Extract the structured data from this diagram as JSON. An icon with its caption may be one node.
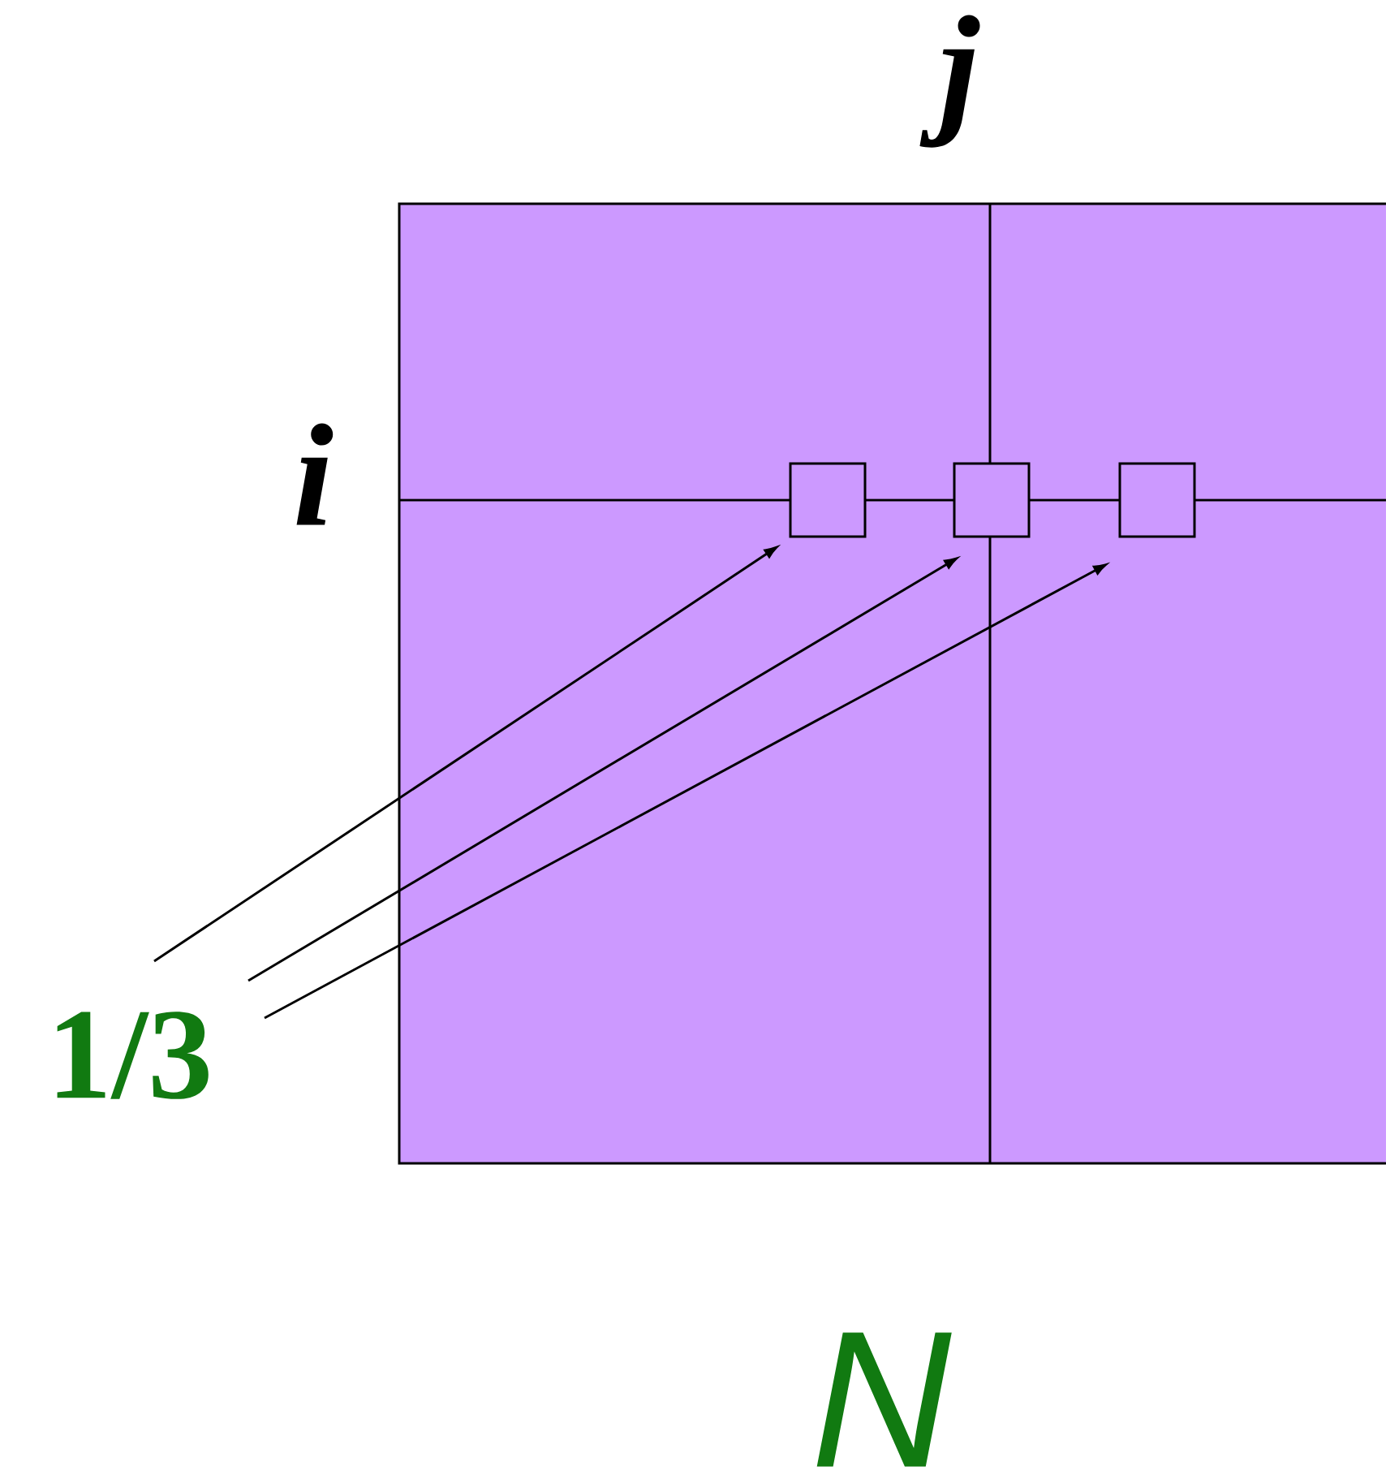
{
  "diagram": {
    "nodes": [
      {
        "text": [],
        "shape": "box"
      },
      {
        "text": [],
        "shape": "box",
        "in": 0
      },
      {
        "text": [],
        "shape": "box",
        "in": 0
      },
      {
        "text": [],
        "shape": "box",
        "in": 0
      },
      {
        "text": [
          "1/3"
        ]
      }
    ],
    "edges": [
      {
        "from": 4,
        "to": 1,
        "arrow": "to"
      },
      {
        "from": 4,
        "to": 2,
        "arrow": "to"
      },
      {
        "from": 4,
        "to": 3,
        "arrow": "to"
      }
    ],
    "labels": [
      "j",
      "i",
      "N"
    ]
  }
}
